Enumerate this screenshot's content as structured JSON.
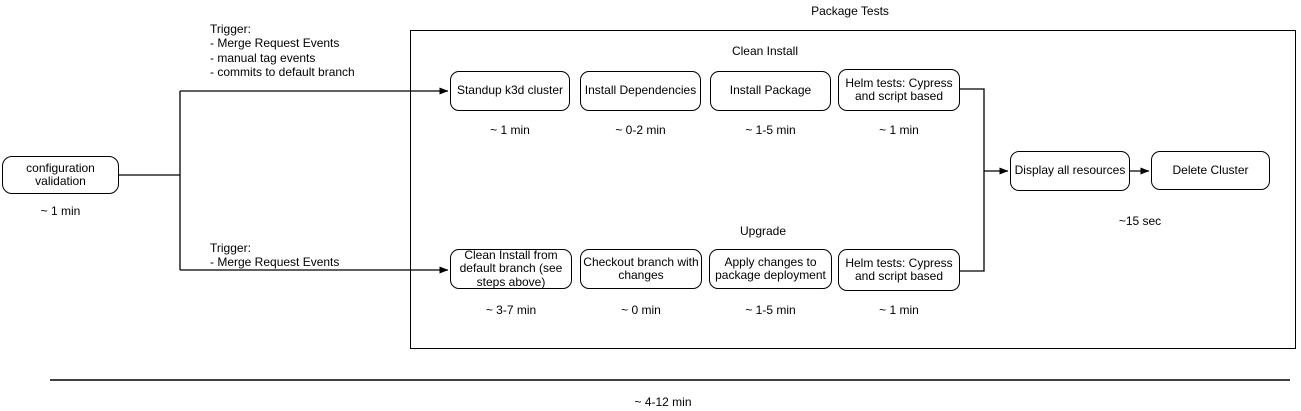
{
  "diagram": {
    "title": "Package Tests",
    "sections": {
      "clean_install": "Clean Install",
      "upgrade": "Upgrade"
    },
    "nodes": {
      "config_validation": {
        "label": "configuration validation",
        "time": "~ 1 min"
      },
      "standup_k3d": {
        "label": "Standup k3d cluster",
        "time": "~ 1 min"
      },
      "install_dependencies": {
        "label": "Install Dependencies",
        "time": "~ 0-2 min"
      },
      "install_package": {
        "label": "Install Package",
        "time": "~ 1-5 min"
      },
      "helm_tests_clean": {
        "label": "Helm tests: Cypress and script based",
        "time": "~ 1 min"
      },
      "clean_install_default": {
        "label": "Clean Install from default branch (see steps above)",
        "time": "~ 3-7 min"
      },
      "checkout_branch": {
        "label": "Checkout branch with changes",
        "time": "~ 0 min"
      },
      "apply_changes": {
        "label": "Apply changes to package deployment",
        "time": "~ 1-5 min"
      },
      "helm_tests_upgrade": {
        "label": "Helm tests: Cypress and script based",
        "time": "~ 1 min"
      },
      "display_resources": {
        "label": "Display all resources",
        "time": "~15 sec"
      },
      "delete_cluster": {
        "label": "Delete Cluster"
      }
    },
    "annotations": {
      "trigger_top": {
        "title": "Trigger:",
        "items": [
          "- Merge Request Events",
          "- manual tag events",
          "- commits to default branch"
        ]
      },
      "trigger_bottom": {
        "title": "Trigger:",
        "items": [
          "- Merge Request Events"
        ]
      }
    },
    "footer": {
      "total_time": "~ 4-12 min"
    },
    "colors": {
      "stroke": "#000000",
      "background": "#ffffff"
    }
  }
}
